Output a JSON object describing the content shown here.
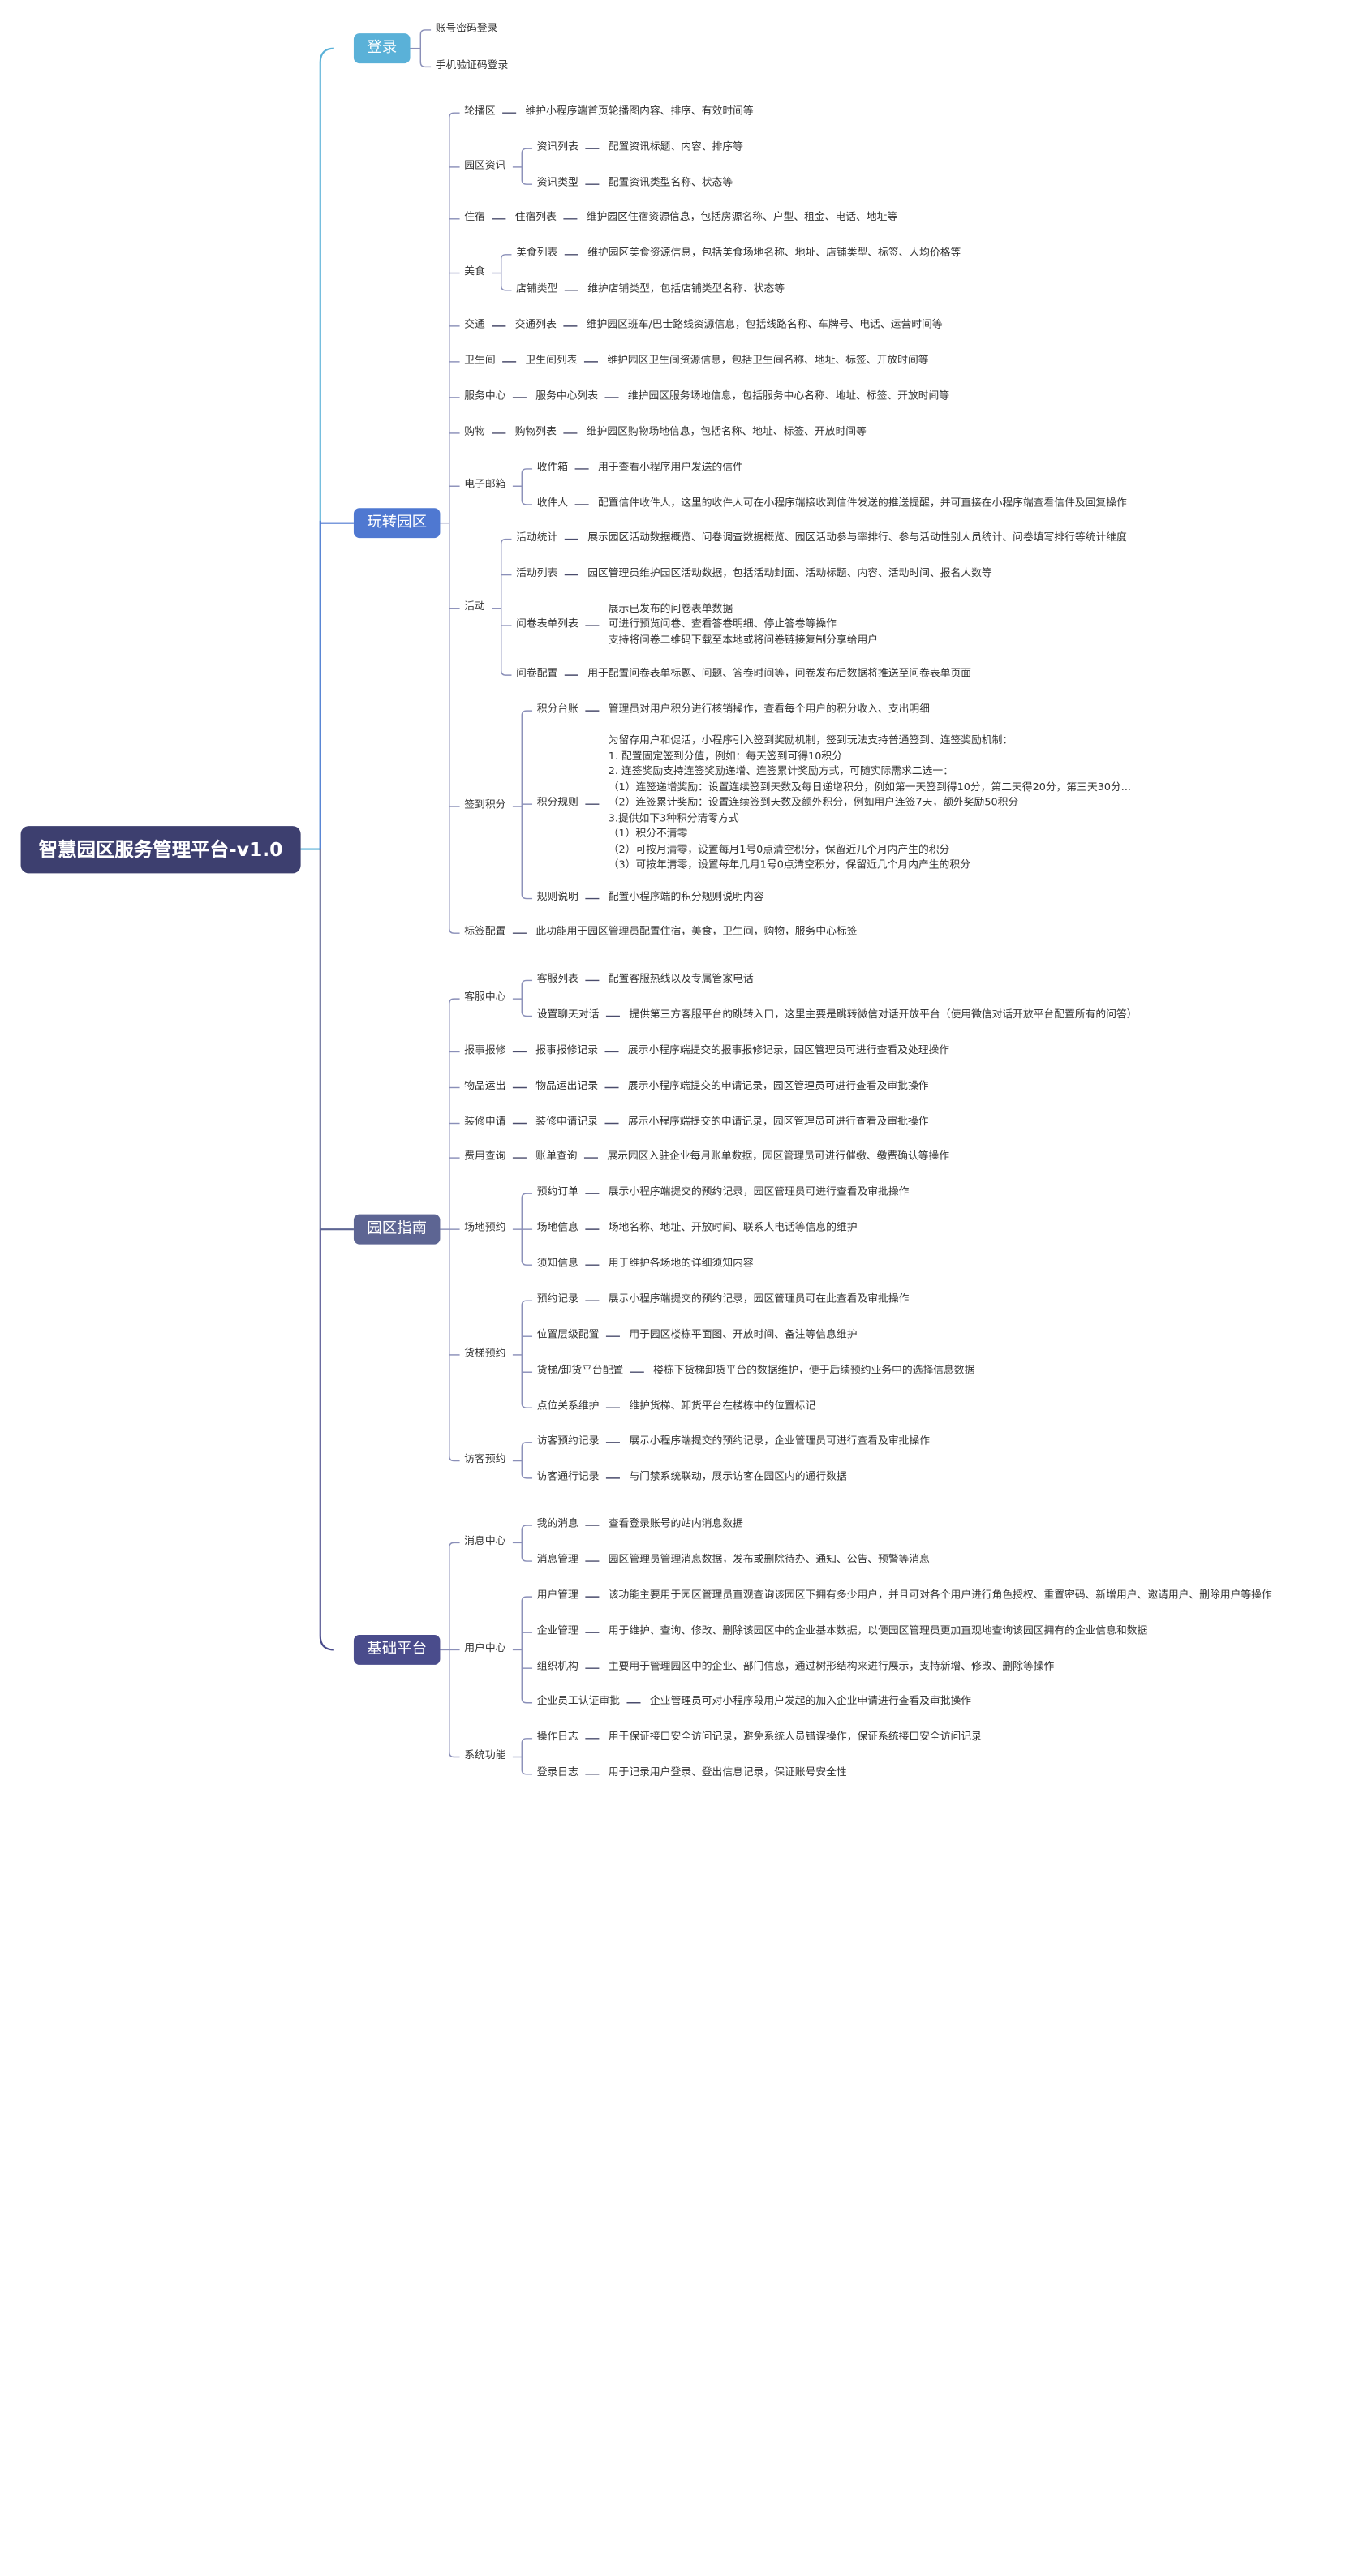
{
  "root": "智慧园区服务管理平台-v1.0",
  "branches": [
    {
      "label": "登录",
      "color": "#5ab1d8",
      "items": [
        {
          "label": "账号密码登录"
        },
        {
          "label": "手机验证码登录"
        }
      ]
    },
    {
      "label": "玩转园区",
      "color": "#4f78d1",
      "items": [
        {
          "label": "轮播区",
          "desc": "维护小程序端首页轮播图内容、排序、有效时间等"
        },
        {
          "label": "园区资讯",
          "children": [
            {
              "label": "资讯列表",
              "desc": "配置资讯标题、内容、排序等"
            },
            {
              "label": "资讯类型",
              "desc": "配置资讯类型名称、状态等"
            }
          ]
        },
        {
          "label": "住宿",
          "children": [
            {
              "label": "住宿列表",
              "desc": "维护园区住宿资源信息，包括房源名称、户型、租金、电话、地址等"
            }
          ]
        },
        {
          "label": "美食",
          "children": [
            {
              "label": "美食列表",
              "desc": "维护园区美食资源信息，包括美食场地名称、地址、店铺类型、标签、人均价格等"
            },
            {
              "label": "店铺类型",
              "desc": "维护店铺类型，包括店铺类型名称、状态等"
            }
          ]
        },
        {
          "label": "交通",
          "children": [
            {
              "label": "交通列表",
              "desc": "维护园区班车/巴士路线资源信息，包括线路名称、车牌号、电话、运营时间等"
            }
          ]
        },
        {
          "label": "卫生间",
          "children": [
            {
              "label": "卫生间列表",
              "desc": "维护园区卫生间资源信息，包括卫生间名称、地址、标签、开放时间等"
            }
          ]
        },
        {
          "label": "服务中心",
          "children": [
            {
              "label": "服务中心列表",
              "desc": "维护园区服务场地信息，包括服务中心名称、地址、标签、开放时间等"
            }
          ]
        },
        {
          "label": "购物",
          "children": [
            {
              "label": "购物列表",
              "desc": "维护园区购物场地信息，包括名称、地址、标签、开放时间等"
            }
          ]
        },
        {
          "label": "电子邮箱",
          "children": [
            {
              "label": "收件箱",
              "desc": "用于查看小程序用户发送的信件"
            },
            {
              "label": "收件人",
              "desc": "配置信件收件人，这里的收件人可在小程序端接收到信件发送的推送提醒，并可直接在小程序端查看信件及回复操作"
            }
          ]
        },
        {
          "label": "活动",
          "children": [
            {
              "label": "活动统计",
              "desc": "展示园区活动数据概览、问卷调查数据概览、园区活动参与率排行、参与活动性别人员统计、问卷填写排行等统计维度"
            },
            {
              "label": "活动列表",
              "desc": "园区管理员维护园区活动数据，包括活动封面、活动标题、内容、活动时间、报名人数等"
            },
            {
              "label": "问卷表单列表",
              "lines": [
                "展示已发布的问卷表单数据",
                "可进行预览问卷、查看答卷明细、停止答卷等操作",
                "支持将问卷二维码下载至本地或将问卷链接复制分享给用户"
              ]
            },
            {
              "label": "问卷配置",
              "desc": "用于配置问卷表单标题、问题、答卷时间等，问卷发布后数据将推送至问卷表单页面"
            }
          ]
        },
        {
          "label": "签到积分",
          "children": [
            {
              "label": "积分台账",
              "desc": "管理员对用户积分进行核销操作，查看每个用户的积分收入、支出明细"
            },
            {
              "label": "积分规则",
              "lines": [
                "为留存用户和促活，小程序引入签到奖励机制，签到玩法支持普通签到、连签奖励机制：",
                "1. 配置固定签到分值，例如：每天签到可得10积分",
                "2. 连签奖励支持连签奖励递增、连签累计奖励方式，可随实际需求二选一：",
                "（1）连签递增奖励：设置连续签到天数及每日递增积分，例如第一天签到得10分，第二天得20分，第三天30分...",
                "（2）连签累计奖励：设置连续签到天数及额外积分，例如用户连签7天，额外奖励50积分",
                "3.提供如下3种积分清零方式",
                "（1）积分不清零",
                "（2）可按月清零，设置每月1号0点清空积分，保留近几个月内产生的积分",
                "（3）可按年清零，设置每年几月1号0点清空积分，保留近几个月内产生的积分"
              ]
            },
            {
              "label": "规则说明",
              "desc": "配置小程序端的积分规则说明内容"
            }
          ]
        },
        {
          "label": "标签配置",
          "desc": "此功能用于园区管理员配置住宿，美食，卫生间，购物，服务中心标签"
        }
      ]
    },
    {
      "label": "园区指南",
      "color": "#5d6593",
      "items": [
        {
          "label": "客服中心",
          "children": [
            {
              "label": "客服列表",
              "desc": "配置客服热线以及专属管家电话"
            },
            {
              "label": "设置聊天对话",
              "desc": "提供第三方客服平台的跳转入口，这里主要是跳转微信对话开放平台（使用微信对话开放平台配置所有的问答）"
            }
          ]
        },
        {
          "label": "报事报修",
          "children": [
            {
              "label": "报事报修记录",
              "desc": "展示小程序端提交的报事报修记录，园区管理员可进行查看及处理操作"
            }
          ]
        },
        {
          "label": "物品运出",
          "children": [
            {
              "label": "物品运出记录",
              "desc": "展示小程序端提交的申请记录，园区管理员可进行查看及审批操作"
            }
          ]
        },
        {
          "label": "装修申请",
          "children": [
            {
              "label": "装修申请记录",
              "desc": "展示小程序端提交的申请记录，园区管理员可进行查看及审批操作"
            }
          ]
        },
        {
          "label": "费用查询",
          "children": [
            {
              "label": "账单查询",
              "desc": "展示园区入驻企业每月账单数据，园区管理员可进行催缴、缴费确认等操作"
            }
          ]
        },
        {
          "label": "场地预约",
          "children": [
            {
              "label": "预约订单",
              "desc": "展示小程序端提交的预约记录，园区管理员可进行查看及审批操作"
            },
            {
              "label": "场地信息",
              "desc": "场地名称、地址、开放时间、联系人电话等信息的维护"
            },
            {
              "label": "须知信息",
              "desc": "用于维护各场地的详细须知内容"
            }
          ]
        },
        {
          "label": "货梯预约",
          "children": [
            {
              "label": "预约记录",
              "desc": "展示小程序端提交的预约记录，园区管理员可在此查看及审批操作"
            },
            {
              "label": "位置层级配置",
              "desc": "用于园区楼栋平面图、开放时间、备注等信息维护"
            },
            {
              "label": "货梯/卸货平台配置",
              "desc": "楼栋下货梯卸货平台的数据维护，便于后续预约业务中的选择信息数据"
            },
            {
              "label": "点位关系维护",
              "desc": "维护货梯、卸货平台在楼栋中的位置标记"
            }
          ]
        },
        {
          "label": "访客预约",
          "children": [
            {
              "label": "访客预约记录",
              "desc": "展示小程序端提交的预约记录，企业管理员可进行查看及审批操作"
            },
            {
              "label": "访客通行记录",
              "desc": "与门禁系统联动，展示访客在园区内的通行数据"
            }
          ]
        }
      ]
    },
    {
      "label": "基础平台",
      "color": "#4a4c8c",
      "items": [
        {
          "label": "消息中心",
          "children": [
            {
              "label": "我的消息",
              "desc": "查看登录账号的站内消息数据"
            },
            {
              "label": "消息管理",
              "desc": "园区管理员管理消息数据，发布或删除待办、通知、公告、预警等消息"
            }
          ]
        },
        {
          "label": "用户中心",
          "children": [
            {
              "label": "用户管理",
              "desc": "该功能主要用于园区管理员直观查询该园区下拥有多少用户，并且可对各个用户进行角色授权、重置密码、新增用户、邀请用户、删除用户等操作"
            },
            {
              "label": "企业管理",
              "desc": "用于维护、查询、修改、删除该园区中的企业基本数据，以便园区管理员更加直观地查询该园区拥有的企业信息和数据"
            },
            {
              "label": "组织机构",
              "desc": "主要用于管理园区中的企业、部门信息，通过树形结构来进行展示，支持新增、修改、删除等操作"
            },
            {
              "label": "企业员工认证审批",
              "desc": "企业管理员可对小程序段用户发起的加入企业申请进行查看及审批操作"
            }
          ]
        },
        {
          "label": "系统功能",
          "children": [
            {
              "label": "操作日志",
              "desc": "用于保证接口安全访问记录，避免系统人员错误操作，保证系统接口安全访问记录"
            },
            {
              "label": "登录日志",
              "desc": "用于记录用户登录、登出信息记录，保证账号安全性"
            }
          ]
        }
      ]
    }
  ]
}
